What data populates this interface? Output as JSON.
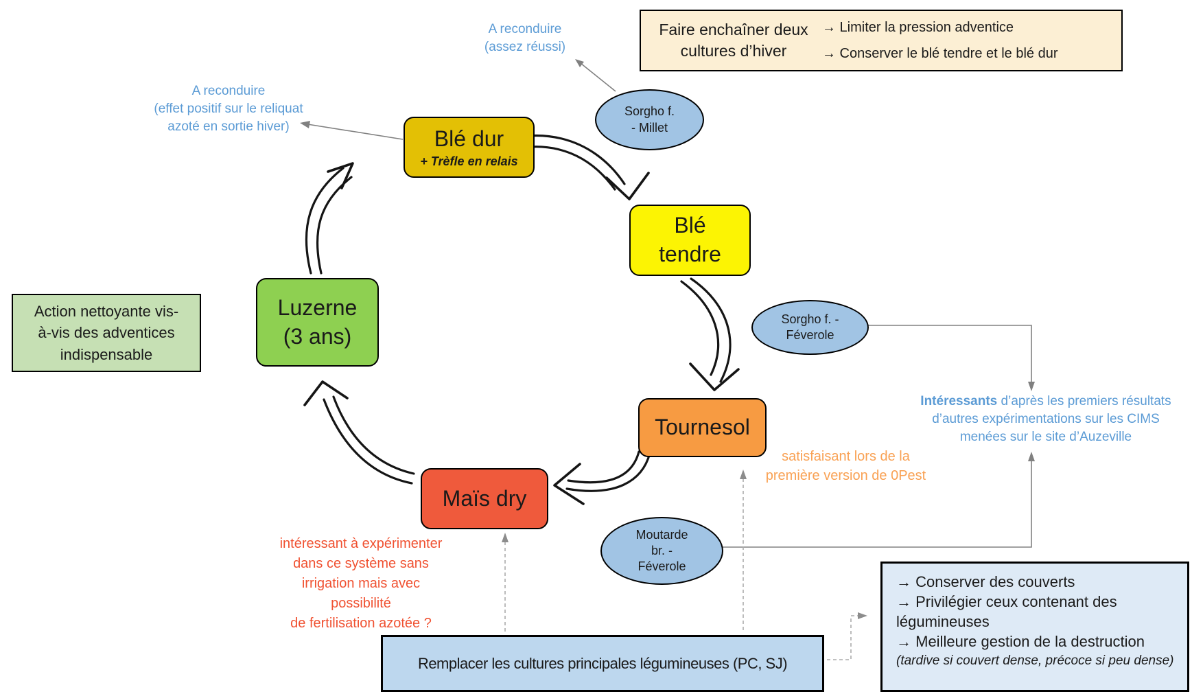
{
  "colors": {
    "ble_dur": "#E3C005",
    "ble_tendre": "#FCF403",
    "tournesol": "#F79B42",
    "mais_dry": "#EF5A3C",
    "luzerne": "#8ED051",
    "cover_ellipse": "#A1C4E4",
    "goal_box_bg": "#FCEFD4",
    "green_note_bg": "#C6E0B4",
    "replace_box_bg": "#BDD7EE",
    "covers_box_bg": "#DEEAF6",
    "blue_text": "#5B9BD5",
    "orange_text": "#F9A153",
    "red_text": "#F05131"
  },
  "goal_box": {
    "title": "Faire enchaîner deux cultures d’hiver",
    "items": [
      "→ Limiter la pression adventice",
      "→ Conserver le blé tendre et le blé dur"
    ]
  },
  "crops": {
    "ble_dur": {
      "label": "Blé dur",
      "sub": "+ Trèfle en relais"
    },
    "ble_tendre": {
      "label": "Blé tendre"
    },
    "tournesol": {
      "label": "Tournesol"
    },
    "mais_dry": {
      "label": "Maïs dry"
    },
    "luzerne": {
      "label": "Luzerne",
      "sub": "(3 ans)"
    }
  },
  "covers": {
    "sorgho_millet": {
      "lines": [
        "Sorgho f.",
        "- Millet"
      ]
    },
    "sorgho_feverole": {
      "lines": [
        "Sorgho f. -",
        "Féverole"
      ]
    },
    "moutarde_feverole": {
      "lines": [
        "Moutarde",
        "br. -",
        "Féverole"
      ]
    }
  },
  "annotations": {
    "reconduire_millet": {
      "lines": [
        "A reconduire",
        "(assez réussi)"
      ]
    },
    "reconduire_trefle": {
      "lines": [
        "A reconduire",
        "(effet positif sur le reliquat",
        "azoté en sortie hiver)"
      ]
    },
    "interessants": {
      "bold": "Intéressants",
      "line1_rest": " d’après les premiers résultats",
      "lines": [
        "d’autres expérimentations sur les CIMS",
        "menées sur le site d’Auzeville"
      ]
    },
    "satisfaisant": {
      "lines": [
        "satisfaisant lors de la",
        "première version de 0Pest"
      ]
    },
    "mais_note": {
      "lines": [
        "intéressant à expérimenter",
        "dans ce système sans",
        "irrigation mais avec possibilité",
        "de fertilisation azotée ?"
      ]
    },
    "green_note": {
      "lines": [
        "Action nettoyante vis-",
        "à-vis des adventices",
        "indispensable"
      ]
    },
    "replace_note": "Remplacer les cultures principales légumineuses (PC, SJ)",
    "covers_note": {
      "items": [
        "→ Conserver des couverts",
        "→ Privilégier ceux contenant des légumineuses",
        "→ Meilleure gestion de la destruction"
      ],
      "footnote": "(tardive si couvert dense, précoce si peu dense)"
    }
  }
}
